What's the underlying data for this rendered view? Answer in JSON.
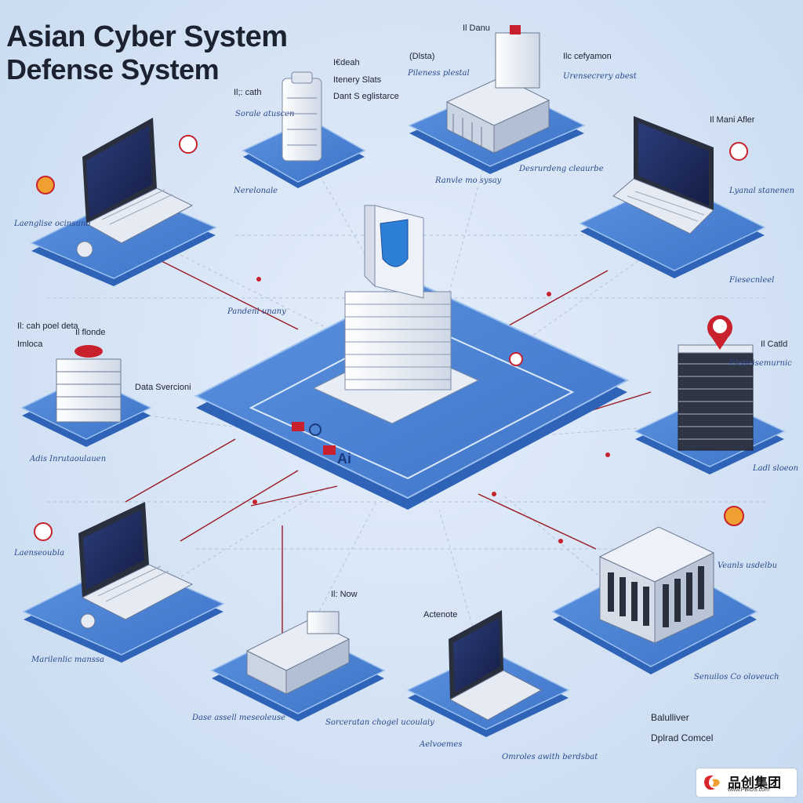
{
  "title": {
    "line1": "Asian Cyber System",
    "line2": "Defense System"
  },
  "colors": {
    "platform_top": "#4f86d6",
    "platform_side": "#2f63b8",
    "platform_rim": "#9cc0ee",
    "device_body": "#eef2f8",
    "device_dark": "#2a2f3e",
    "screen": "#1e2a5c",
    "accent_red": "#c8202c",
    "line_red": "#9a1a24",
    "line_dashed": "#b8c6da"
  },
  "labels": {
    "top_center": "Il Danu",
    "data_left": "(Dlsta)",
    "cefyamon": "Ilc cefyamon",
    "ideah": "I€deah",
    "itenery": "Itenery Slats",
    "dant": "Dant S eglistarce",
    "icath": "Il;: cath",
    "mani_after": "Il Mani Afler",
    "cah_poel": "Il: cah poel deta",
    "imloca": "Imloca",
    "ilforde": "Il flonde",
    "data_svercioni": "Data Svercioni",
    "icatid": "Il Catld",
    "now": "Il: Now",
    "actenote": "Actenote",
    "balulliver": "Balulliver",
    "dplrad": "Dplrad Comcel",
    "hub_tag": "Ai"
  },
  "annotations": [
    "Sorale atuscen",
    "Pileness plestal",
    "Urensecrery abest",
    "Laenglise ocinsuno",
    "Nerelonale",
    "Ranvle mo sysay",
    "Desrurdeng cleaurbe",
    "Lyanal stanenen",
    "Fiesecnleel",
    "Pandenl unany",
    "Adis Inrutaoulauen",
    "Laenseoubla",
    "Eletleisemurnic",
    "Ladl sloeon",
    "Veanls usdelbu",
    "Marilenlic manssa",
    "Dase assell meseoleuse",
    "Sorceratan chogel ucoulaiy",
    "Aelvoemes",
    "Omroles awith berdsbat",
    "Senuilos Co oloveuch"
  ],
  "watermark": {
    "text": "品创集团",
    "url": "www.PBIDS.com"
  },
  "nodes": [
    {
      "name": "node-server-top",
      "kind": "tower"
    },
    {
      "name": "node-datacenter-top",
      "kind": "datacenter"
    },
    {
      "name": "node-laptop-top-left",
      "kind": "laptop"
    },
    {
      "name": "node-laptop-top-right",
      "kind": "laptop"
    },
    {
      "name": "node-hub-center",
      "kind": "hub"
    },
    {
      "name": "node-server-left",
      "kind": "rack"
    },
    {
      "name": "node-server-right",
      "kind": "rack"
    },
    {
      "name": "node-laptop-bottom-left",
      "kind": "laptop"
    },
    {
      "name": "node-building-bottom",
      "kind": "datacenter"
    },
    {
      "name": "node-laptop-bottom-center",
      "kind": "laptop"
    },
    {
      "name": "node-building-bottom-right",
      "kind": "building"
    }
  ],
  "icons": [
    "alert-icon",
    "lock-icon",
    "location-pin-icon",
    "shield-icon",
    "warning-badge-icon"
  ]
}
